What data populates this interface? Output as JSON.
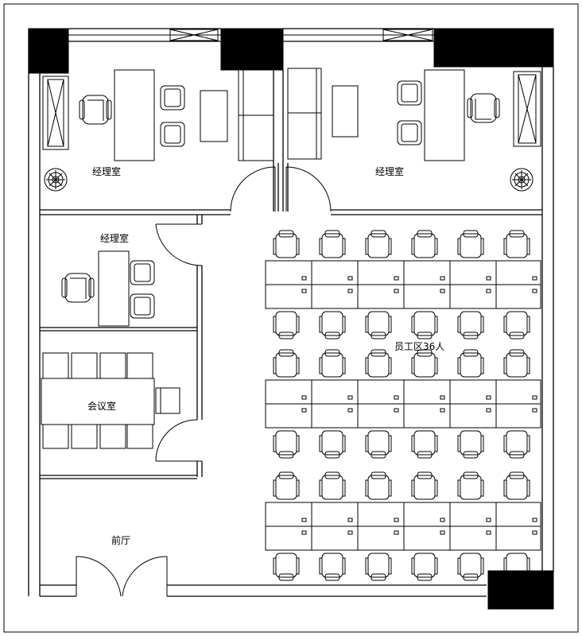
{
  "labels": {
    "manager_office_1": "经理室",
    "manager_office_2": "经理室",
    "manager_office_3": "经理室",
    "meeting_room": "会议室",
    "staff_area": "员工区36人",
    "lobby": "前厅"
  }
}
